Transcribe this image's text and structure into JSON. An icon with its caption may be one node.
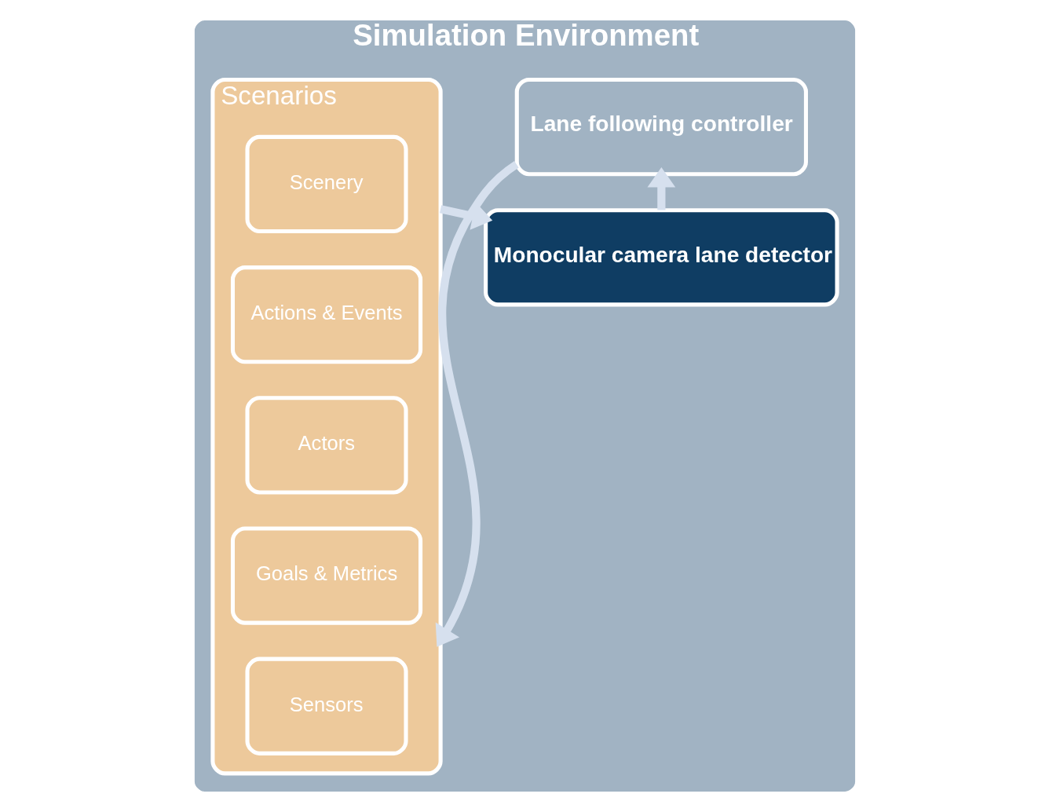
{
  "diagram": {
    "nodes": [
      {
        "text": [
          "Simulation Environment"
        ]
      },
      {
        "text": [
          "Scenarios"
        ],
        "in": 0
      },
      {
        "text": [
          "Scenery"
        ],
        "in": 1
      },
      {
        "text": [
          "Actions & Events"
        ],
        "in": 1
      },
      {
        "text": [
          "Actors"
        ],
        "in": 1
      },
      {
        "text": [
          "Goals & Metrics"
        ],
        "in": 1
      },
      {
        "text": [
          "Sensors"
        ],
        "in": 1
      },
      {
        "text": [
          "Monocular camera lane detector"
        ],
        "in": 0
      },
      {
        "text": [
          "Lane following controller"
        ],
        "in": 0
      }
    ],
    "edges": [
      {
        "from": 1,
        "to": 7,
        "arrow": "to"
      },
      {
        "from": 7,
        "to": 8,
        "arrow": "to"
      },
      {
        "from": 8,
        "to": 1,
        "arrow": "to"
      }
    ]
  }
}
